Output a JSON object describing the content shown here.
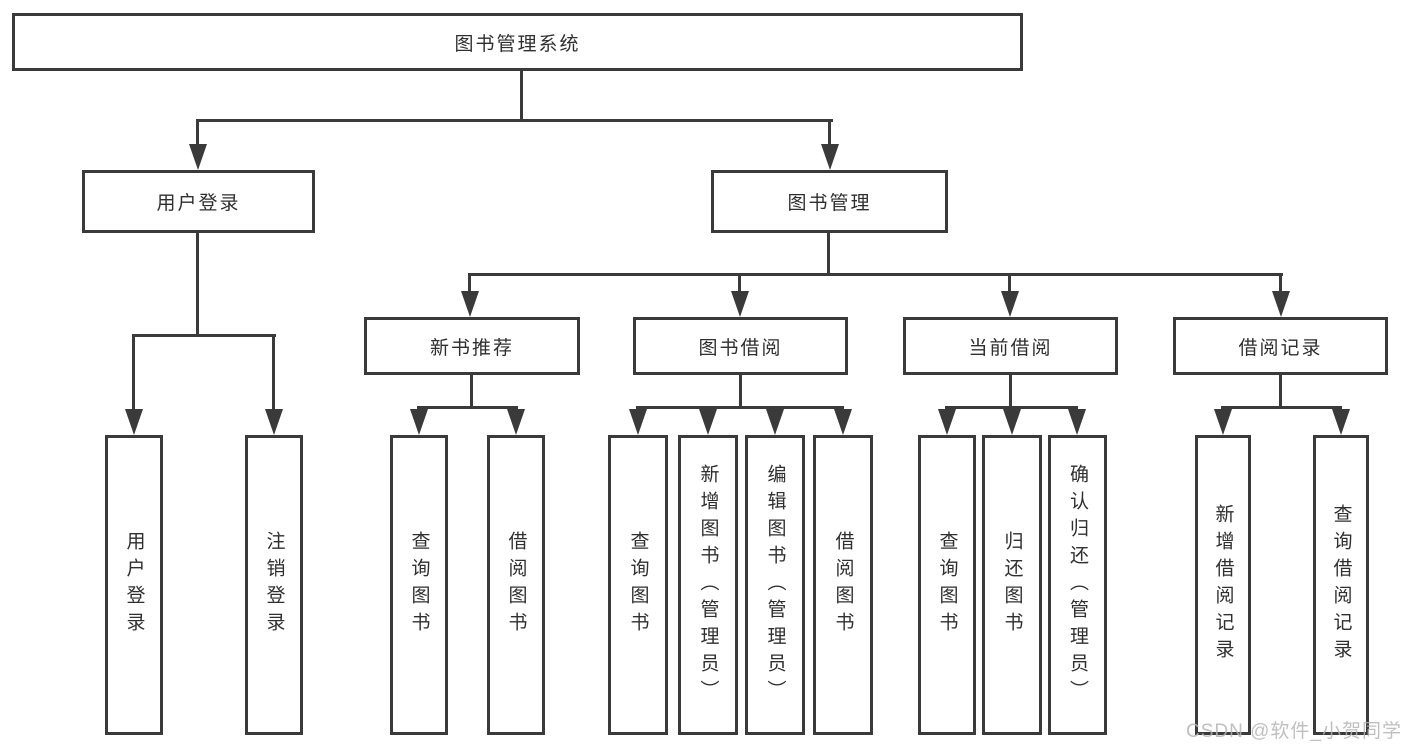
{
  "colors": {
    "line": "#3a3a3a",
    "box_border": "#3a3a3a",
    "box_background": "#ffffff",
    "text": "#2f2f2f",
    "watermark_text": "#b5b5b5"
  },
  "tree": {
    "label": "图书管理系统",
    "children": [
      {
        "label": "用户登录",
        "children": [
          {
            "label": "用户登录"
          },
          {
            "label": "注销登录"
          }
        ]
      },
      {
        "label": "图书管理",
        "children": [
          {
            "label": "新书推荐",
            "children": [
              {
                "label": "查询图书"
              },
              {
                "label": "借阅图书"
              }
            ]
          },
          {
            "label": "图书借阅",
            "children": [
              {
                "label": "查询图书"
              },
              {
                "label": "新增图书（管理员）"
              },
              {
                "label": "编辑图书（管理员）"
              },
              {
                "label": "借阅图书"
              }
            ]
          },
          {
            "label": "当前借阅",
            "children": [
              {
                "label": "查询图书"
              },
              {
                "label": "归还图书"
              },
              {
                "label": "确认归还（管理员）"
              }
            ]
          },
          {
            "label": "借阅记录",
            "children": [
              {
                "label": "新增借阅记录"
              },
              {
                "label": "查询借阅记录"
              }
            ]
          }
        ]
      }
    ]
  },
  "watermark": "CSDN @软件_小贺同学"
}
